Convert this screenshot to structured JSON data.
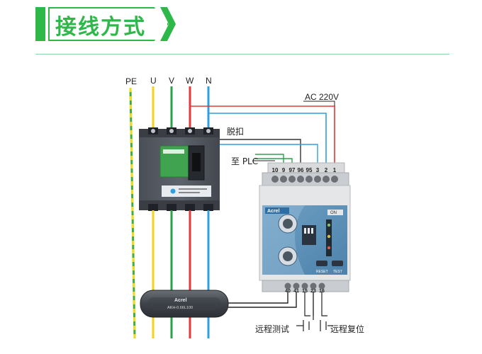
{
  "header": {
    "title": "接线方式"
  },
  "colors": {
    "accent": "#2fb84a",
    "wire_u": "#f2d21a",
    "wire_v": "#2aa24a",
    "wire_w": "#e23a3a",
    "wire_n": "#2f9fe0",
    "wire_pe_green": "#3fae3f",
    "wire_pe_yellow": "#f0dc1e"
  },
  "labels": {
    "pe": "PE",
    "u": "U",
    "v": "V",
    "w": "W",
    "n": "N",
    "ac_supply": "AC 220V",
    "trip": "脱扣",
    "to_plc": "至 PLC",
    "remote_test": "远程测试",
    "remote_reset": "远程复位"
  },
  "top_terminals": [
    "10",
    "9",
    "97",
    "96",
    "95",
    "3",
    "2",
    "1"
  ],
  "bottom_terminals": [
    "40",
    "41",
    "15",
    "23",
    "16"
  ],
  "device": {
    "brand": "Acrel",
    "on_label": "ON",
    "reset_label": "RESET",
    "test_label": "TEST"
  },
  "ct": {
    "brand": "Acrel",
    "model": "AKH-0.66L100"
  }
}
